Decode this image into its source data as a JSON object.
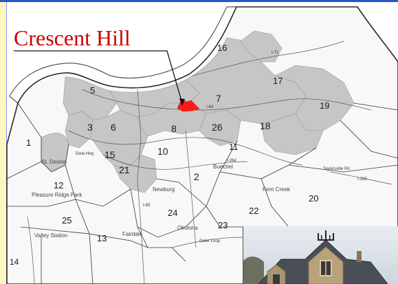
{
  "title": "Crescent Hill",
  "colors": {
    "accent": "#cc0000",
    "bar": "#2a56c6",
    "strip": "#fdf7bf",
    "gray_region": "#c6c6c6"
  },
  "districts": [
    "1",
    "2",
    "3",
    "5",
    "6",
    "7",
    "8",
    "10",
    "11",
    "12",
    "13",
    "14",
    "15",
    "16",
    "17",
    "18",
    "19",
    "20",
    "21",
    "22",
    "23",
    "24",
    "25",
    "26"
  ],
  "places": [
    "St. Dennis",
    "Pleasure Ridge Park",
    "Valley Station",
    "Fairdale",
    "Okolona",
    "Fern Creek",
    "Buechel",
    "Newburg"
  ],
  "roads": [
    "I-64",
    "I-65",
    "I-71",
    "I-264",
    "I-265",
    "Taylorsville Rd",
    "Outer Loop",
    "Dixie Hwy"
  ],
  "photo": {
    "subject": "historic stone building"
  }
}
